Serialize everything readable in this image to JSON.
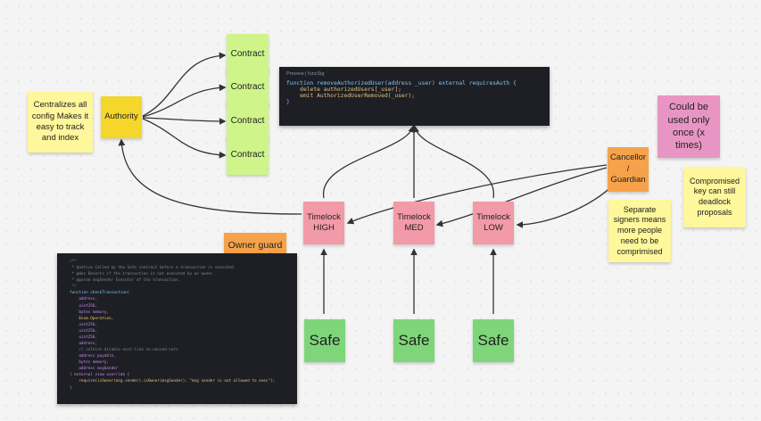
{
  "notes": {
    "centralize": "Centralizes all config Makes it easy to track and index",
    "authority": "Authority",
    "contracts": [
      "Contract",
      "Contract",
      "Contract",
      "Contract"
    ],
    "timelocks": [
      "Timelock HIGH",
      "Timelock MED",
      "Timelock LOW"
    ],
    "safes": [
      "Safe",
      "Safe",
      "Safe"
    ],
    "owner_guard": "Owner guard = Has to be phished twice",
    "cancellor": "Cancellor / Guardian",
    "could_be_used": "Could be used only once (x times)",
    "compromised": "Compromised key can still deadlock proposals",
    "separate_signers": "Separate signers means more people need to be comprimised"
  },
  "code_top": {
    "header": "Preview | funcSig",
    "lines": [
      "function removeAuthorizedUser(address _user) external requiresAuth {",
      "    delete authorizedUsers[_user];",
      "    emit AuthorizedUserRemoved(_user);",
      "}"
    ]
  },
  "code_bottom": {
    "lines": [
      "/**",
      " * @notice Called by the Safe contract before a transaction is executed.",
      " * @dev Reverts if the transaction is not executed by an owner.",
      " * @param msgSender Executor of the transaction.",
      " */",
      "function checkTransaction(",
      "    address,",
      "    uint256,",
      "    bytes memory,",
      "    Enum.Operation,",
      "    uint256,",
      "    uint256,",
      "    uint256,",
      "    address,",
      "    // solhint-disable-next-line no-unused-vars",
      "    address payable,",
      "    bytes memory,",
      "    address msgSender",
      ") external view override {",
      "    require(isOwner(msg.sender).isOwner(msgSender), \"msg sender is not allowed to exec\");",
      "}"
    ]
  }
}
